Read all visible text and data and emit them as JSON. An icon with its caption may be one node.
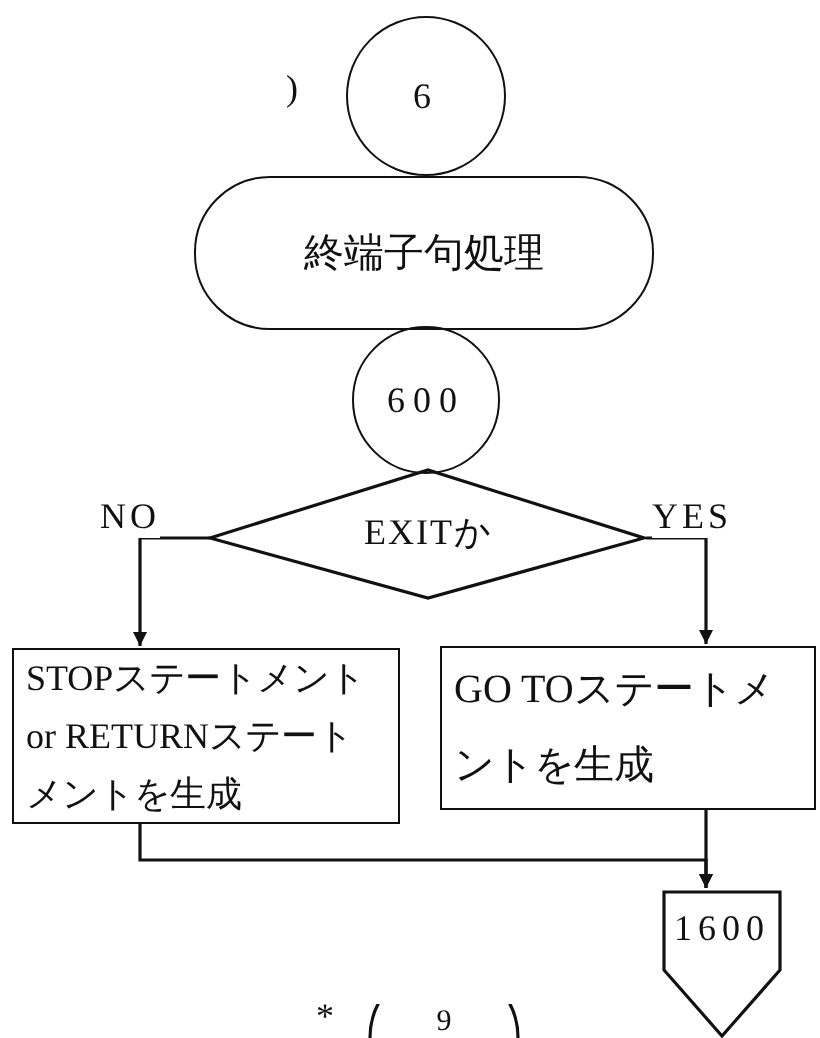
{
  "diagram": {
    "nodes": [
      {
        "text": [
          "6"
        ]
      },
      {
        "text": [
          "終端子句処理"
        ]
      },
      {
        "text": [
          "600"
        ]
      },
      {
        "text": [
          "EXITか"
        ]
      },
      {
        "text": [
          "STOPステートメント or RETURNステートメントを生成"
        ]
      },
      {
        "text": [
          "GO TOステートメントを生成"
        ]
      },
      {
        "text": [
          "1600"
        ]
      },
      {
        "text": [
          "9"
        ]
      }
    ],
    "edges": [
      {
        "from": 3,
        "to": 4,
        "arrow": "to",
        "label": "NO"
      },
      {
        "from": 3,
        "to": 5,
        "arrow": "to",
        "label": "YES"
      },
      {
        "from": 4,
        "to": 6,
        "arrow": "to"
      },
      {
        "from": 5,
        "to": 6,
        "arrow": "to"
      }
    ],
    "labels": [
      ")",
      "*"
    ]
  }
}
